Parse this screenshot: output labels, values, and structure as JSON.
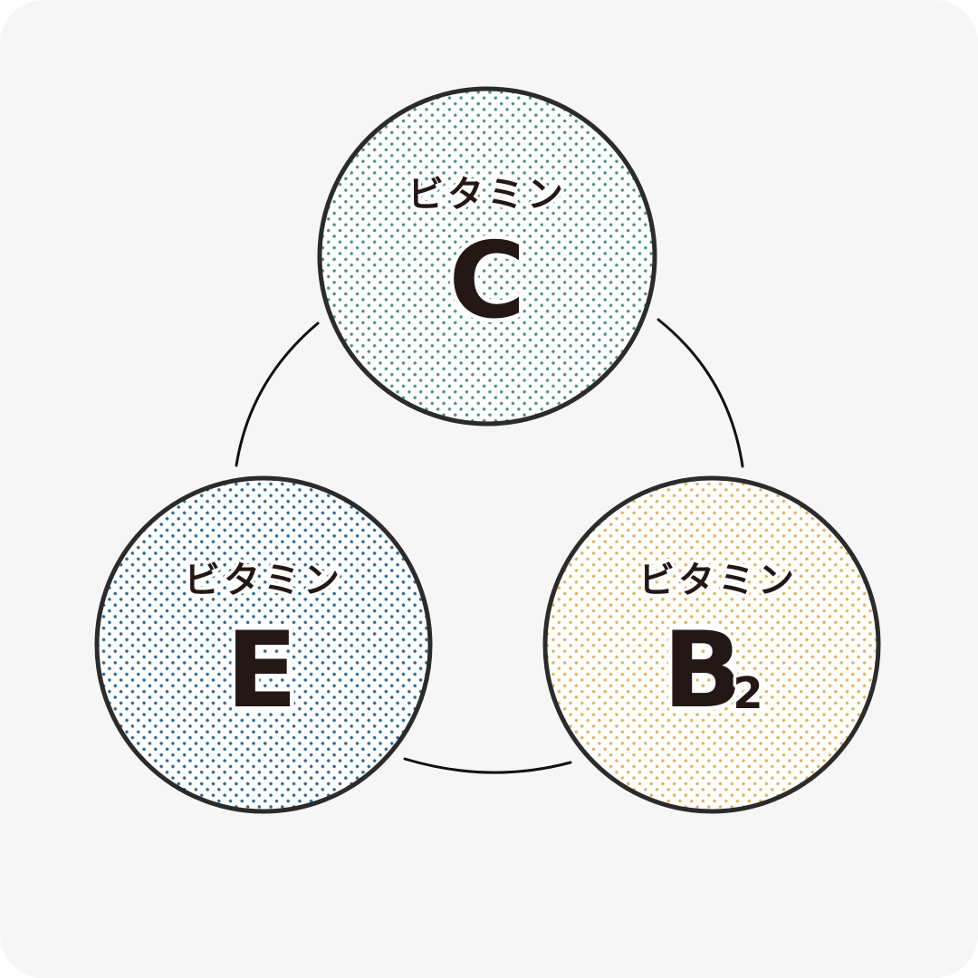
{
  "colors": {
    "background": "#f6f6f6",
    "outline": "#2b2b2b",
    "text": "#231815"
  },
  "nodes": [
    {
      "id": "vitamin-c",
      "prefix": "ビタミン",
      "letter": "C",
      "subscript": "",
      "dot_color": "#4e8f84"
    },
    {
      "id": "vitamin-e",
      "prefix": "ビタミン",
      "letter": "E",
      "subscript": "",
      "dot_color": "#2f6b93"
    },
    {
      "id": "vitamin-b2",
      "prefix": "ビタミン",
      "letter": "B",
      "subscript": "2",
      "dot_color": "#e0b25a"
    }
  ]
}
